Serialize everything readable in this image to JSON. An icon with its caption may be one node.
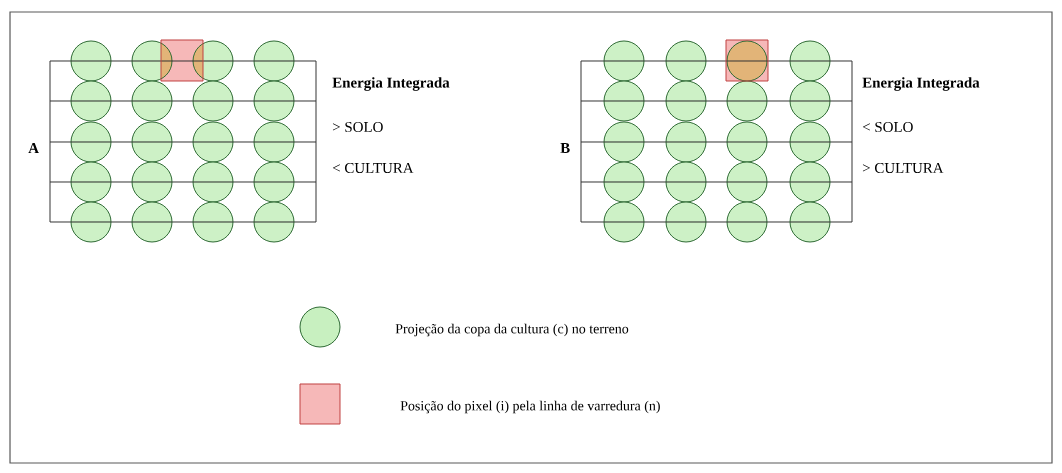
{
  "diagram": {
    "labels": [
      "A",
      "Energia Integrada",
      "> SOLO",
      "< CULTURA",
      "B",
      "Energia Integrada",
      "< SOLO",
      "> CULTURA"
    ],
    "legend": [
      {
        "text": "Projeção da copa da cultura (c) no terreno"
      },
      {
        "text": "Posição do pixel (i) pela linha de varredura (n)"
      }
    ]
  }
}
